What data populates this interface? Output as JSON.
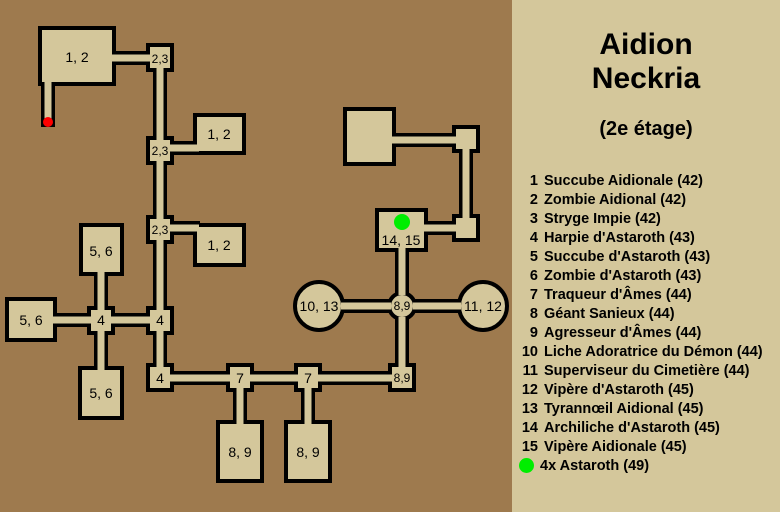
{
  "map": {
    "background_color": "#9e7a4e",
    "room_color": "#d4c79b",
    "wall_color": "#000000",
    "entrance_marker": {
      "icon": "red-dot-entrance",
      "color": "#ff0000"
    },
    "boss_marker": {
      "icon": "green-dot-boss",
      "color": "#00ee00"
    },
    "rooms": [
      {
        "id": "r1",
        "label": "1, 2"
      },
      {
        "id": "r2",
        "label": "2,3"
      },
      {
        "id": "r3",
        "label": "1, 2"
      },
      {
        "id": "r4",
        "label": "2,3"
      },
      {
        "id": "r5",
        "label": "2,3"
      },
      {
        "id": "r6",
        "label": "1, 2"
      },
      {
        "id": "r7",
        "label": "5, 6"
      },
      {
        "id": "r8",
        "label": "5, 6"
      },
      {
        "id": "r9",
        "label": "4"
      },
      {
        "id": "r10",
        "label": "4"
      },
      {
        "id": "r11",
        "label": "5, 6"
      },
      {
        "id": "r12",
        "label": "4"
      },
      {
        "id": "r13",
        "label": "7"
      },
      {
        "id": "r14",
        "label": "7"
      },
      {
        "id": "r15",
        "label": "8,9"
      },
      {
        "id": "r16",
        "label": "8, 9"
      },
      {
        "id": "r17",
        "label": "8, 9"
      },
      {
        "id": "r18",
        "label": "8,9"
      },
      {
        "id": "r19",
        "label": "10, 13"
      },
      {
        "id": "r20",
        "label": "11, 12"
      },
      {
        "id": "r21",
        "label": "14, 15"
      }
    ]
  },
  "legend": {
    "title_line1": "Aidion",
    "title_line2": "Neckria",
    "subtitle": "(2e étage)",
    "items": [
      {
        "num": "1",
        "name": "Succube Aidionale (42)"
      },
      {
        "num": "2",
        "name": "Zombie Aidional (42)"
      },
      {
        "num": "3",
        "name": "Stryge Impie (42)"
      },
      {
        "num": "4",
        "name": "Harpie d'Astaroth (43)"
      },
      {
        "num": "5",
        "name": "Succube d'Astaroth (43)"
      },
      {
        "num": "6",
        "name": "Zombie d'Astaroth (43)"
      },
      {
        "num": "7",
        "name": "Traqueur d'Âmes (44)"
      },
      {
        "num": "8",
        "name": "Géant Sanieux (44)"
      },
      {
        "num": "9",
        "name": "Agresseur d'Âmes (44)"
      },
      {
        "num": "10",
        "name": "Liche Adoratrice du Démon (44)"
      },
      {
        "num": "11",
        "name": "Superviseur du Cimetière (44)"
      },
      {
        "num": "12",
        "name": "Vipère d'Astaroth (45)"
      },
      {
        "num": "13",
        "name": "Tyrannœil Aidional (45)"
      },
      {
        "num": "14",
        "name": "Archiliche d'Astaroth (45)"
      },
      {
        "num": "15",
        "name": "Vipère Aidionale (45)"
      }
    ],
    "boss": {
      "icon": "green-dot",
      "name": "4x Astaroth (49)"
    }
  }
}
